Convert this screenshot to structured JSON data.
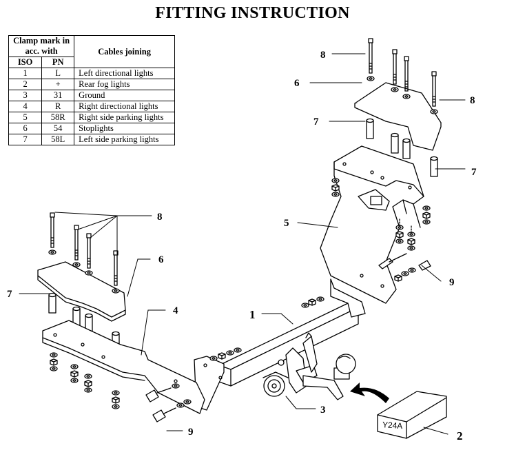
{
  "title": "FITTING INSTRUCTION",
  "table": {
    "header_clamp": "Clamp mark in acc. with",
    "header_cables": "Cables joining",
    "header_iso": "ISO",
    "header_pn": "PN",
    "rows": [
      {
        "iso": "1",
        "pn": "L",
        "desc": "Left directional lights"
      },
      {
        "iso": "2",
        "pn": "+",
        "desc": "Rear fog lights"
      },
      {
        "iso": "3",
        "pn": "31",
        "desc": "Ground"
      },
      {
        "iso": "4",
        "pn": "R",
        "desc": "Right directional lights"
      },
      {
        "iso": "5",
        "pn": "58R",
        "desc": "Right side parking lights"
      },
      {
        "iso": "6",
        "pn": "54",
        "desc": "Stoplights"
      },
      {
        "iso": "7",
        "pn": "58L",
        "desc": "Left side parking lights"
      }
    ]
  },
  "callouts": {
    "towbar": "1",
    "ball_box": "2",
    "socket": "3",
    "left_bracket": "4",
    "right_bracket": "5",
    "plate": "6",
    "spacer": "7",
    "bolt": "8",
    "screw": "9"
  },
  "ball_code": "Y24A"
}
